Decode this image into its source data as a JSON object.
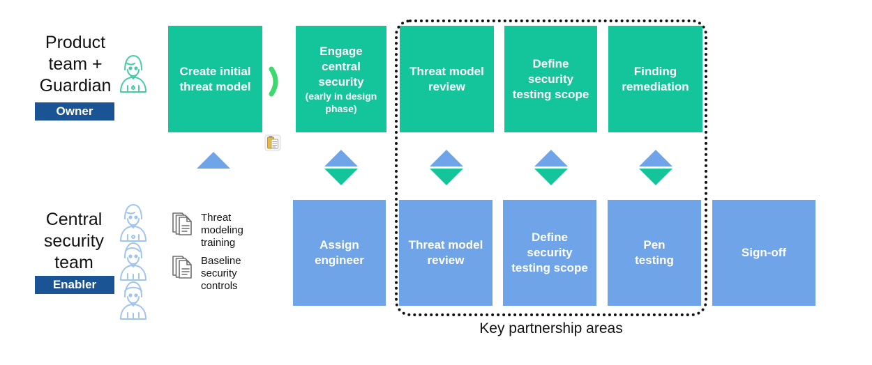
{
  "diagram": {
    "caption": "Key partnership areas",
    "colors": {
      "green": "#14C49B",
      "blue": "#70A4E9",
      "badge": "#1B5494",
      "dotted_border": "#111111"
    }
  },
  "rows": {
    "top": {
      "role_label": "Product\nteam +\nGuardian",
      "badge": "Owner",
      "boxes": [
        {
          "label": "Create initial\nthreat model",
          "sub": ""
        },
        {
          "label": "Engage\ncentral\nsecurity",
          "sub": "(early in design\nphase)"
        },
        {
          "label": "Threat model\nreview",
          "sub": ""
        },
        {
          "label": "Define\nsecurity\ntesting scope",
          "sub": ""
        },
        {
          "label": "Finding\nremediation",
          "sub": ""
        }
      ]
    },
    "bottom": {
      "role_label": "Central\nsecurity\nteam",
      "badge": "Enabler",
      "boxes": [
        {
          "label": "Assign\nengineer"
        },
        {
          "label": "Threat model\nreview"
        },
        {
          "label": "Define\nsecurity\ntesting scope"
        },
        {
          "label": "Pen\ntesting"
        },
        {
          "label": "Sign-off"
        }
      ]
    }
  },
  "resources": [
    {
      "label": "Threat\nmodeling\ntraining"
    },
    {
      "label": "Baseline\nsecurity\ncontrols"
    }
  ],
  "icons": {
    "guardian_person": "person-icon",
    "central_team_persons": [
      "person-icon",
      "person-icon",
      "person-icon"
    ],
    "chevron": "chevron-right-icon",
    "clipboard": "clipboard-icon",
    "documents": "stacked-documents-icon"
  }
}
